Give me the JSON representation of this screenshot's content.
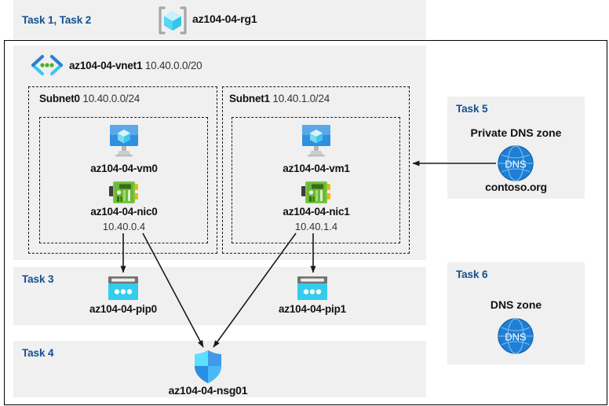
{
  "diagram": {
    "title": "Azure AZ-104 Lab 04 architecture",
    "colors": {
      "task_label": "#12508f",
      "band_bg": "#f0f0f0",
      "border": "#000000",
      "dashed": "#1a1a1a",
      "vm_icon": "#2f8fe0",
      "nic_icon": "#6eb82a",
      "pip_icon": "#32cdec",
      "nsg_icon": "#3aa0f0",
      "dns_icon": "#1f7fd4",
      "rg_icon": "#4fd2f0",
      "vnet_icon": "#39c7f0"
    }
  },
  "header": {
    "task_label": "Task 1, Task 2",
    "resource_group": {
      "icon": "resource-group-icon",
      "name": "az104-04-rg1"
    }
  },
  "vnet": {
    "icon": "virtual-network-icon",
    "name": "az104-04-vnet1",
    "address_space": "10.40.0.0/20",
    "subnets": [
      {
        "name": "Subnet0",
        "prefix": "10.40.0.0/24",
        "vm": {
          "icon": "virtual-machine-icon",
          "name": "az104-04-vm0"
        },
        "nic": {
          "icon": "network-interface-icon",
          "name": "az104-04-nic0",
          "ip": "10.40.0.4"
        }
      },
      {
        "name": "Subnet1",
        "prefix": "10.40.1.0/24",
        "vm": {
          "icon": "virtual-machine-icon",
          "name": "az104-04-vm1"
        },
        "nic": {
          "icon": "network-interface-icon",
          "name": "az104-04-nic1",
          "ip": "10.40.1.4"
        }
      }
    ]
  },
  "task3": {
    "task_label": "Task 3",
    "pip0": {
      "icon": "public-ip-icon",
      "name": "az104-04-pip0"
    },
    "pip1": {
      "icon": "public-ip-icon",
      "name": "az104-04-pip1"
    }
  },
  "task4": {
    "task_label": "Task 4",
    "nsg": {
      "icon": "network-security-group-icon",
      "name": "az104-04-nsg01"
    }
  },
  "task5": {
    "task_label": "Task 5",
    "zone_type": "Private DNS zone",
    "icon": "dns-zone-icon",
    "icon_text": "DNS",
    "zone_name": "contoso.org"
  },
  "task6": {
    "task_label": "Task 6",
    "zone_type": "DNS zone",
    "icon": "dns-zone-icon",
    "icon_text": "DNS"
  }
}
